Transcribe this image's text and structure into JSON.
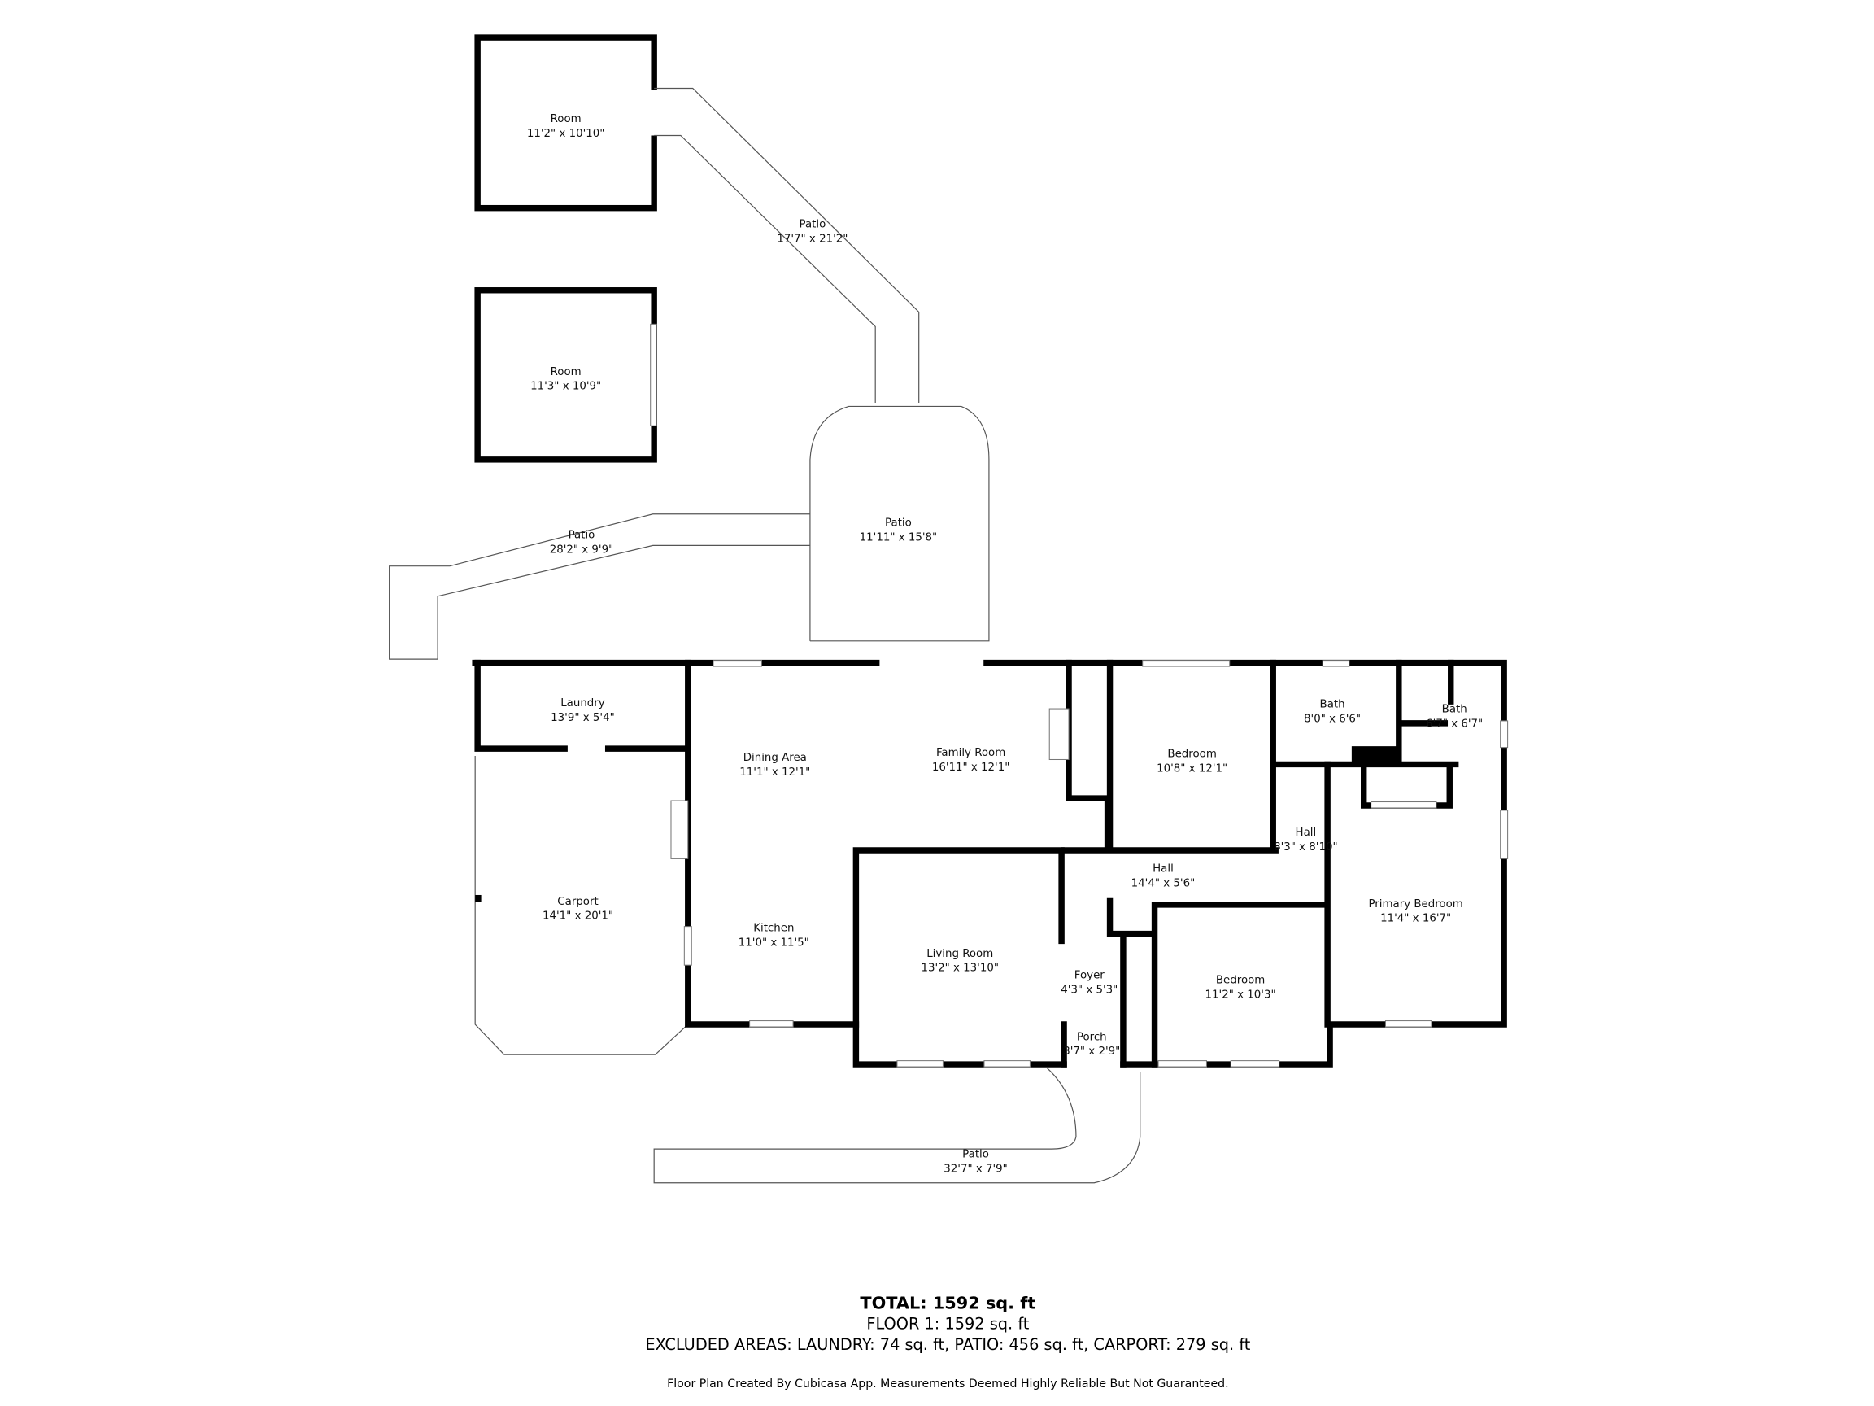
{
  "rooms": [
    {
      "name": "Room",
      "dims": "11'2\" x 10'10\""
    },
    {
      "name": "Room",
      "dims": "11'3\" x 10'9\""
    },
    {
      "name": "Patio",
      "dims": "17'7\" x 21'2\""
    },
    {
      "name": "Patio",
      "dims": "11'11\" x 15'8\""
    },
    {
      "name": "Patio",
      "dims": "28'2\" x 9'9\""
    },
    {
      "name": "Laundry",
      "dims": "13'9\" x 5'4\""
    },
    {
      "name": "Dining Area",
      "dims": "11'1\" x 12'1\""
    },
    {
      "name": "Family Room",
      "dims": "16'11\" x 12'1\""
    },
    {
      "name": "Bedroom",
      "dims": "10'8\" x 12'1\""
    },
    {
      "name": "Bath",
      "dims": "8'0\" x 6'6\""
    },
    {
      "name": "Bath",
      "dims": "6'7\" x 6'7\""
    },
    {
      "name": "Hall",
      "dims": "8'3\" x 8'10\""
    },
    {
      "name": "Hall",
      "dims": "14'4\" x 5'6\""
    },
    {
      "name": "Carport",
      "dims": "14'1\" x 20'1\""
    },
    {
      "name": "Kitchen",
      "dims": "11'0\" x 11'5\""
    },
    {
      "name": "Living Room",
      "dims": "13'2\" x 13'10\""
    },
    {
      "name": "Foyer",
      "dims": "4'3\" x 5'3\""
    },
    {
      "name": "Bedroom",
      "dims": "11'2\" x 10'3\""
    },
    {
      "name": "Primary Bedroom",
      "dims": "11'4\" x 16'7\""
    },
    {
      "name": "Porch",
      "dims": "3'7\" x 2'9\""
    },
    {
      "name": "Patio",
      "dims": "32'7\" x 7'9\""
    }
  ],
  "footer": {
    "total": "TOTAL: 1592 sq. ft",
    "floor": "FLOOR 1: 1592 sq. ft",
    "excluded": "EXCLUDED AREAS: LAUNDRY: 74 sq. ft, PATIO: 456 sq. ft, CARPORT: 279 sq. ft",
    "disclaimer": "Floor Plan Created By Cubicasa App. Measurements Deemed Highly Reliable But Not Guaranteed."
  }
}
